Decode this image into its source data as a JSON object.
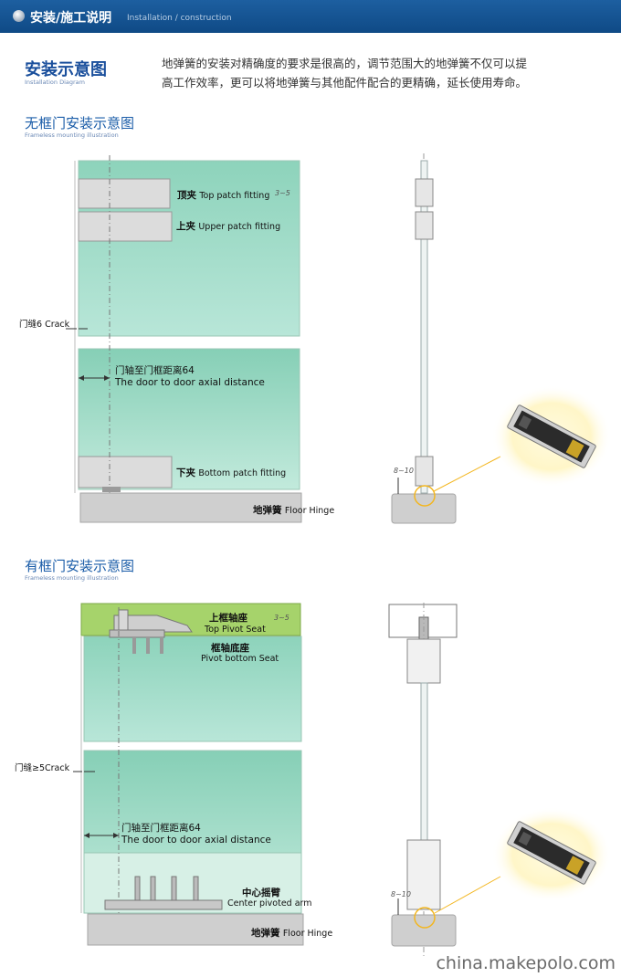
{
  "header": {
    "title": "安装/施工说明",
    "subtitle": "Installation / construction"
  },
  "installation": {
    "title": "安装示意图",
    "subtitle": "Installation Diagram",
    "intro_line1": "地弹簧的安装对精确度的要求是很高的，调节范围大的地弹簧不仅可以提",
    "intro_line2": "高工作效率，更可以将地弹簧与其他配件配合的更精确，延长使用寿命。"
  },
  "frameless": {
    "title": "无框门安装示意图",
    "subtitle": "Frameless mounting illustration",
    "top_patch_cn": "顶夹",
    "top_patch_en": "Top patch fitting",
    "gap_top": "3~5",
    "upper_patch_cn": "上夹",
    "upper_patch_en": "Upper patch fitting",
    "crack": "门缝6 Crack",
    "axial_cn": "门轴至门框距离64",
    "axial_en": "The door to door axial distance",
    "bottom_patch_cn": "下夹",
    "bottom_patch_en": "Bottom patch fitting",
    "floor_hinge_cn": "地弹簧",
    "floor_hinge_en": "Floor Hinge",
    "side_gap": "8~10"
  },
  "framed": {
    "title": "有框门安装示意图",
    "subtitle": "Frameless mounting illustration",
    "top_pivot_cn": "上框轴座",
    "top_pivot_en": "Top Pivot Seat",
    "gap_top": "3~5",
    "pivot_bottom_cn": "框轴底座",
    "pivot_bottom_en": "Pivot bottom Seat",
    "crack": "门缝≥5Crack",
    "axial_cn": "门轴至门框距离64",
    "axial_en": "The door to door axial distance",
    "center_arm_cn": "中心摇臂",
    "center_arm_en": "Center pivoted arm",
    "floor_hinge_cn": "地弹簧",
    "floor_hinge_en": "Floor Hinge",
    "side_gap": "8~10"
  },
  "watermark": "china.makepolo.com",
  "colors": {
    "header": "#1557a0",
    "title": "#1a4f9c",
    "glass": "#9fd8c4",
    "floor": "#cfcfcf",
    "highlight": "#f3b61f"
  }
}
